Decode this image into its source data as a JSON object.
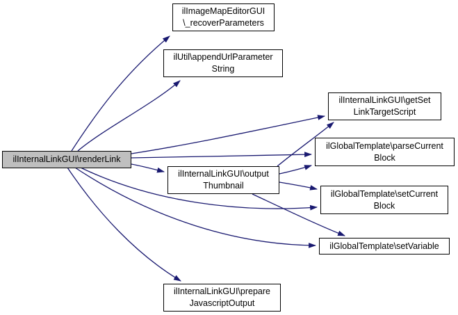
{
  "graph": {
    "kind": "doxygen-call-graph",
    "colors": {
      "edge": "#191970",
      "node_bg": "#ffffff",
      "node_border": "#000000",
      "focus_bg": "#bfbfbf",
      "text": "#000000",
      "background": "#ffffff"
    },
    "nodes": [
      {
        "id": "render-link",
        "label": "ilInternalLinkGUI\\renderLink",
        "focus": true
      },
      {
        "id": "recover-parameters",
        "label": "ilImageMapEditorGUI\n\\_recoverParameters",
        "focus": false
      },
      {
        "id": "append-url-parameter-string",
        "label": "ilUtil\\appendUrlParameter\nString",
        "focus": false
      },
      {
        "id": "get-set-link-target-script",
        "label": "ilInternalLinkGUI\\getSet\nLinkTargetScript",
        "focus": false
      },
      {
        "id": "parse-current-block",
        "label": "ilGlobalTemplate\\parseCurrent\nBlock",
        "focus": false
      },
      {
        "id": "output-thumbnail",
        "label": "ilInternalLinkGUI\\output\nThumbnail",
        "focus": false
      },
      {
        "id": "set-current-block",
        "label": "ilGlobalTemplate\\setCurrent\nBlock",
        "focus": false
      },
      {
        "id": "set-variable",
        "label": "ilGlobalTemplate\\setVariable",
        "focus": false
      },
      {
        "id": "prepare-javascript-output",
        "label": "ilInternalLinkGUI\\prepare\nJavascriptOutput",
        "focus": false
      }
    ],
    "edges": [
      {
        "from": "render-link",
        "to": "recover-parameters"
      },
      {
        "from": "render-link",
        "to": "append-url-parameter-string"
      },
      {
        "from": "render-link",
        "to": "get-set-link-target-script"
      },
      {
        "from": "render-link",
        "to": "parse-current-block"
      },
      {
        "from": "render-link",
        "to": "output-thumbnail"
      },
      {
        "from": "render-link",
        "to": "set-current-block"
      },
      {
        "from": "render-link",
        "to": "set-variable"
      },
      {
        "from": "render-link",
        "to": "prepare-javascript-output"
      },
      {
        "from": "output-thumbnail",
        "to": "get-set-link-target-script"
      },
      {
        "from": "output-thumbnail",
        "to": "parse-current-block"
      },
      {
        "from": "output-thumbnail",
        "to": "set-current-block"
      },
      {
        "from": "output-thumbnail",
        "to": "set-variable"
      }
    ]
  }
}
